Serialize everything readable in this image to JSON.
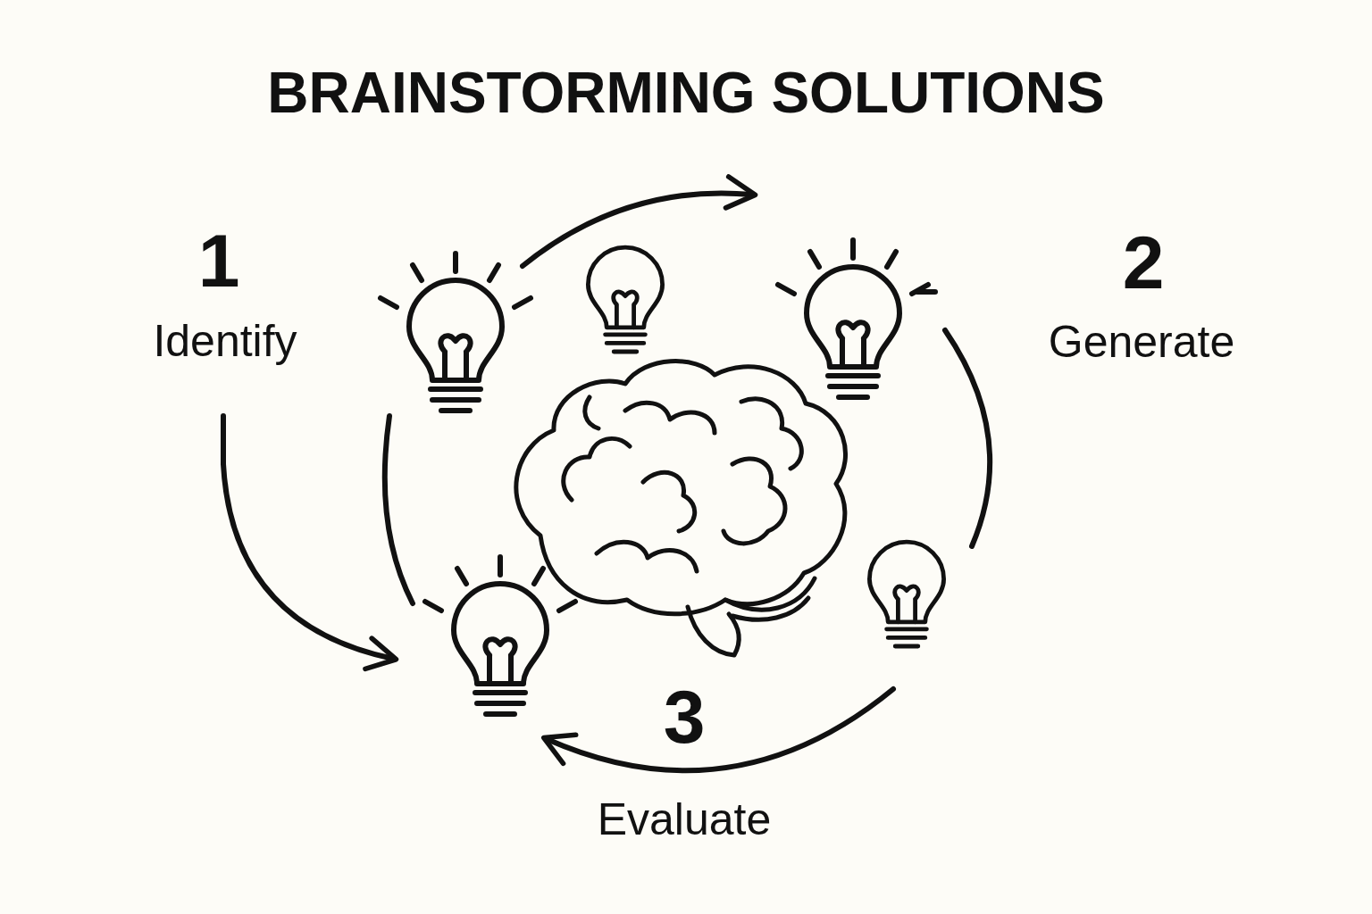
{
  "diagram": {
    "title": "BRAINSTORMING SOLUTIONS",
    "labels": [
      "1",
      "Identify",
      "2",
      "Generate",
      "3",
      "Evaluate"
    ]
  }
}
